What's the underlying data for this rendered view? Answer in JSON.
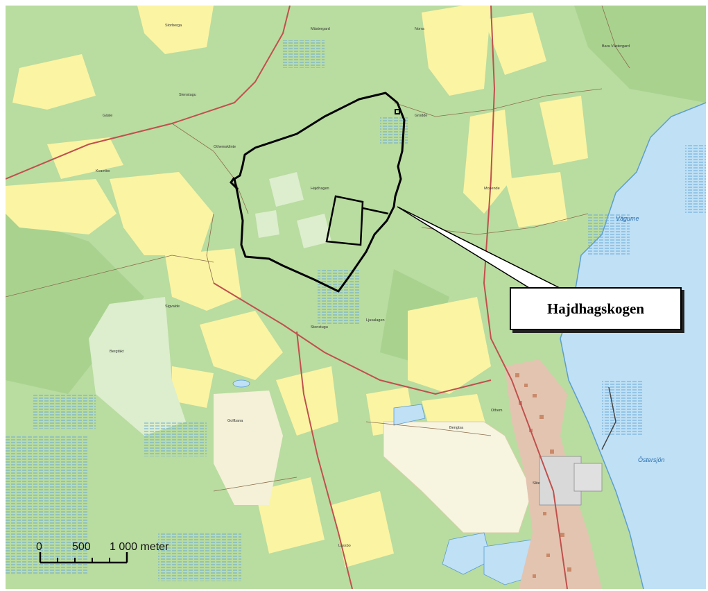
{
  "colors": {
    "forest": "#b9dca0",
    "field": "#fbf4a3",
    "sea": "#bfe0f5",
    "road": "#c0504d",
    "urban": "#d8a58a",
    "quarry": "#f7f4e0",
    "boundary": "#000000"
  },
  "callout": {
    "label": "Hajdhagskogen"
  },
  "water_labels": {
    "sea": "Östersjön"
  },
  "scale_bar": {
    "tick0": "0",
    "tick1": "500",
    "tick2": "1 000 meter"
  }
}
